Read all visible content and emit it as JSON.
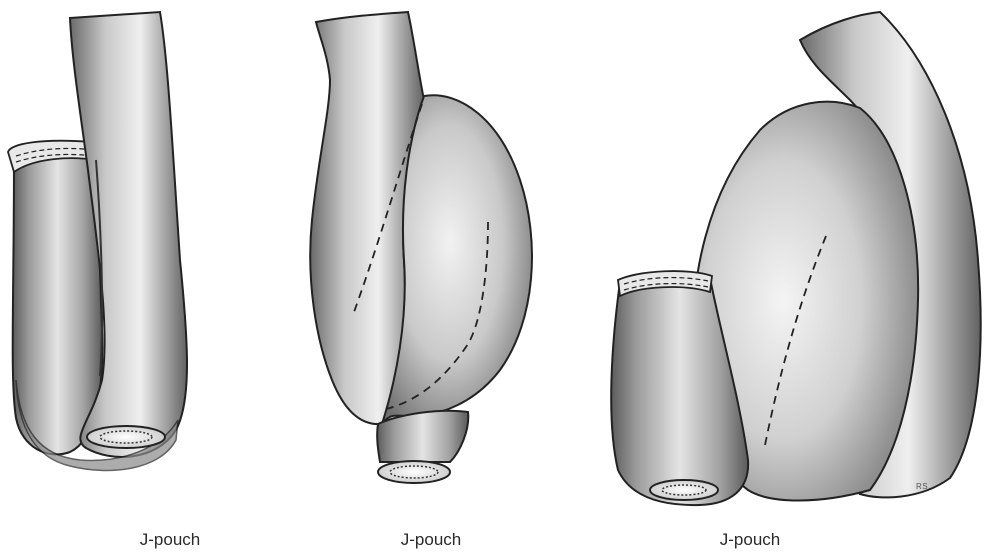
{
  "figure": {
    "panels": [
      {
        "caption": "J-pouch"
      },
      {
        "caption": "J-pouch"
      },
      {
        "caption": "J-pouch"
      }
    ],
    "artist_initials": "RS"
  }
}
